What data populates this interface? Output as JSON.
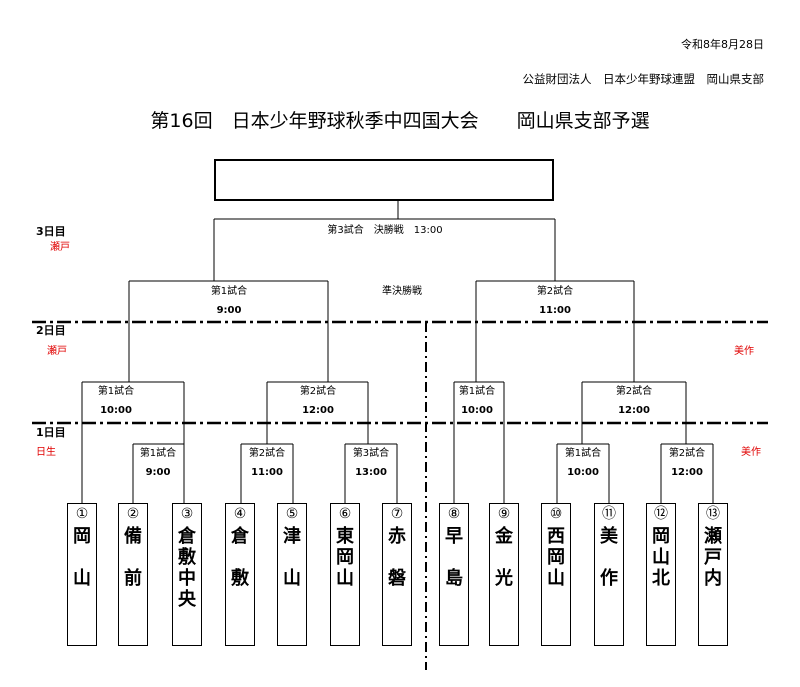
{
  "header": {
    "date": "令和8年8月28日",
    "organizer": "公益財団法人　日本少年野球連盟　岡山県支部",
    "title": "第16回　日本少年野球秋季中四国大会　　岡山県支部予選"
  },
  "days": {
    "day3": {
      "label": "3日目",
      "venue": "瀬戸"
    },
    "day2": {
      "label": "2日目",
      "venue_left": "瀬戸",
      "venue_right": "美作"
    },
    "day1": {
      "label": "1日目",
      "venue_left": "日生",
      "venue_right": "美作"
    }
  },
  "final": {
    "label": "第3試合　決勝戦　13:00",
    "winner": ""
  },
  "semifinal": {
    "label": "準決勝戦",
    "left": {
      "game": "第1試合",
      "time": "9:00"
    },
    "right": {
      "game": "第2試合",
      "time": "11:00"
    }
  },
  "day2_games": [
    {
      "game": "第1試合",
      "time": "10:00"
    },
    {
      "game": "第2試合",
      "time": "12:00"
    },
    {
      "game": "第1試合",
      "time": "10:00"
    },
    {
      "game": "第2試合",
      "time": "12:00"
    }
  ],
  "day1_games": [
    {
      "game": "第1試合",
      "time": "9:00"
    },
    {
      "game": "第2試合",
      "time": "11:00"
    },
    {
      "game": "第3試合",
      "time": "13:00"
    },
    {
      "game": "第1試合",
      "time": "10:00"
    },
    {
      "game": "第2試合",
      "time": "12:00"
    }
  ],
  "teams": [
    {
      "num": "①",
      "name": "岡\n\n山"
    },
    {
      "num": "②",
      "name": "備\n\n前"
    },
    {
      "num": "③",
      "name": "倉\n敷\n中\n央"
    },
    {
      "num": "④",
      "name": "倉\n\n敷"
    },
    {
      "num": "⑤",
      "name": "津\n\n山"
    },
    {
      "num": "⑥",
      "name": "東\n岡\n山"
    },
    {
      "num": "⑦",
      "name": "赤\n\n磐"
    },
    {
      "num": "⑧",
      "name": "早\n\n島"
    },
    {
      "num": "⑨",
      "name": "金\n\n光"
    },
    {
      "num": "⑩",
      "name": "西\n岡\n山"
    },
    {
      "num": "⑪",
      "name": "美\n\n作"
    },
    {
      "num": "⑫",
      "name": "岡\n山\n北"
    },
    {
      "num": "⑬",
      "name": "瀬\n戸\n内"
    }
  ]
}
